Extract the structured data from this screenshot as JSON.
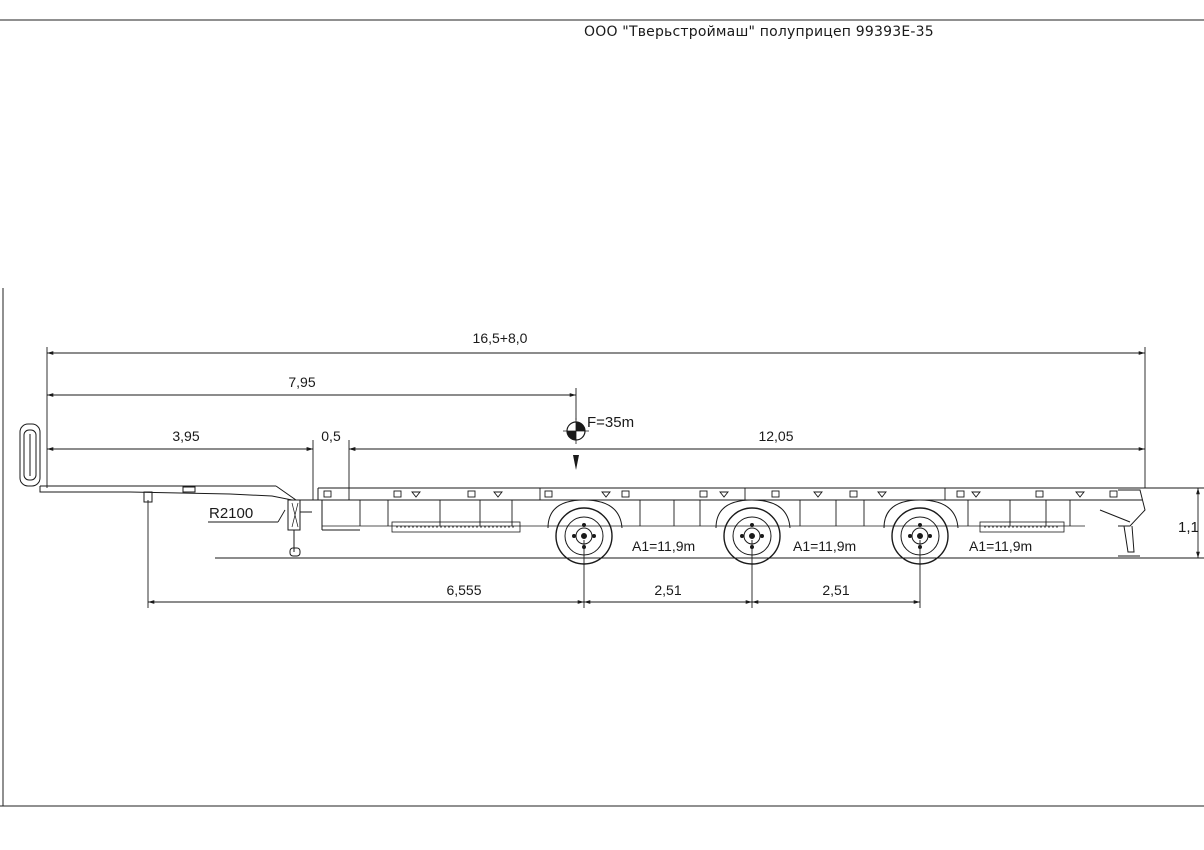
{
  "title": "ООО \"Тверьстроймаш\" полуприцеп 99393Е-35",
  "dimensions": {
    "overall_length": "16,5+8,0",
    "kingpin_to_center": "7,95",
    "front_overhang": "3,95",
    "gap": "0,5",
    "rear_length": "12,05",
    "support_to_axle1": "6,555",
    "axle_spacing_1": "2,51",
    "axle_spacing_2": "2,51",
    "deck_height": "1,1"
  },
  "labels": {
    "radius": "R2100",
    "load_center": "F=35m",
    "axle1_load": "A1=11,9m",
    "axle2_load": "A1=11,9m",
    "axle3_load": "A1=11,9m"
  }
}
